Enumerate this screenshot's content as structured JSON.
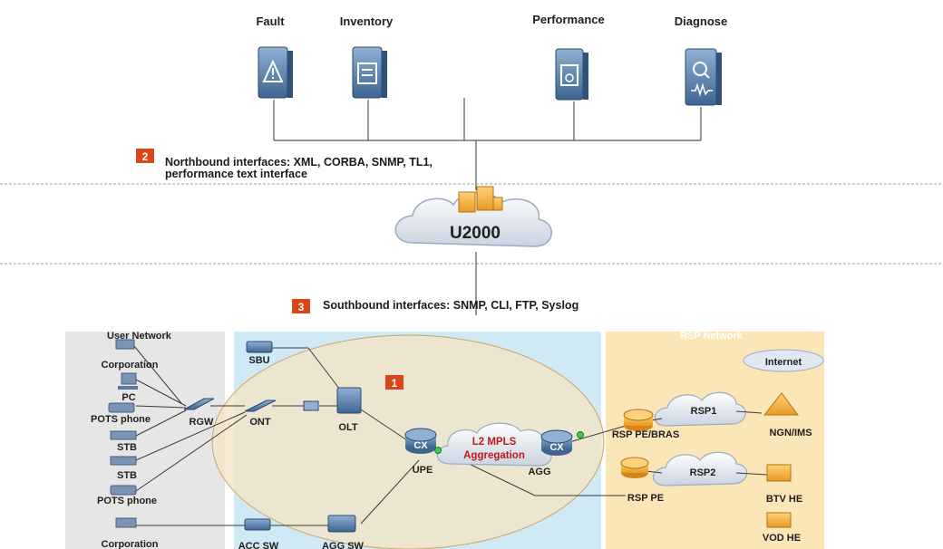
{
  "tools": [
    {
      "label": "Fault",
      "icon": "fault-icon"
    },
    {
      "label": "Inventory",
      "icon": "inventory-icon"
    },
    {
      "label": "Performance",
      "icon": "performance-icon"
    },
    {
      "label": "Diagnose",
      "icon": "diagnose-icon"
    }
  ],
  "northbound": {
    "badge": "2",
    "line1": "Northbound interfaces: XML, CORBA, SNMP, TL1,",
    "line2": "performance text interface"
  },
  "nms": {
    "label": "U2000"
  },
  "southbound": {
    "badge": "3",
    "text": "Southbound interfaces: SNMP, CLI, FTP, Syslog"
  },
  "aggregation_badge": "1",
  "zones": {
    "user": "User Network",
    "rsp": "RSP Network"
  },
  "user_devices": [
    "Corporation",
    "PC",
    "POTS phone",
    "STB",
    "STB",
    "POTS phone",
    "Corporation"
  ],
  "access_devices": [
    "SBU",
    "RGW",
    "ONT",
    "OLT",
    "ACC SW",
    "AGG SW"
  ],
  "core": {
    "upe": "UPE",
    "agg": "AGG",
    "cloud_line1": "L2 MPLS",
    "cloud_line2": "Aggregation",
    "cx": "CX"
  },
  "rsp": {
    "internet": "Internet",
    "rsp1": "RSP1",
    "rsp2": "RSP2",
    "pe_bras": "RSP PE/BRAS",
    "pe": "RSP PE",
    "ngn": "NGN/IMS",
    "btv": "BTV HE",
    "vod": "VOD HE"
  },
  "colors": {
    "badge": "#d9461c",
    "user_zone": "#e6e6e6",
    "access_zone": "#cfeaf5",
    "rsp_zone": "#fbe6b8",
    "ellipse": "#f3e3c4",
    "mpls_text": "#c0181b",
    "cloud_fill": "#e8eef6",
    "device_blue": "#4b6f99"
  }
}
